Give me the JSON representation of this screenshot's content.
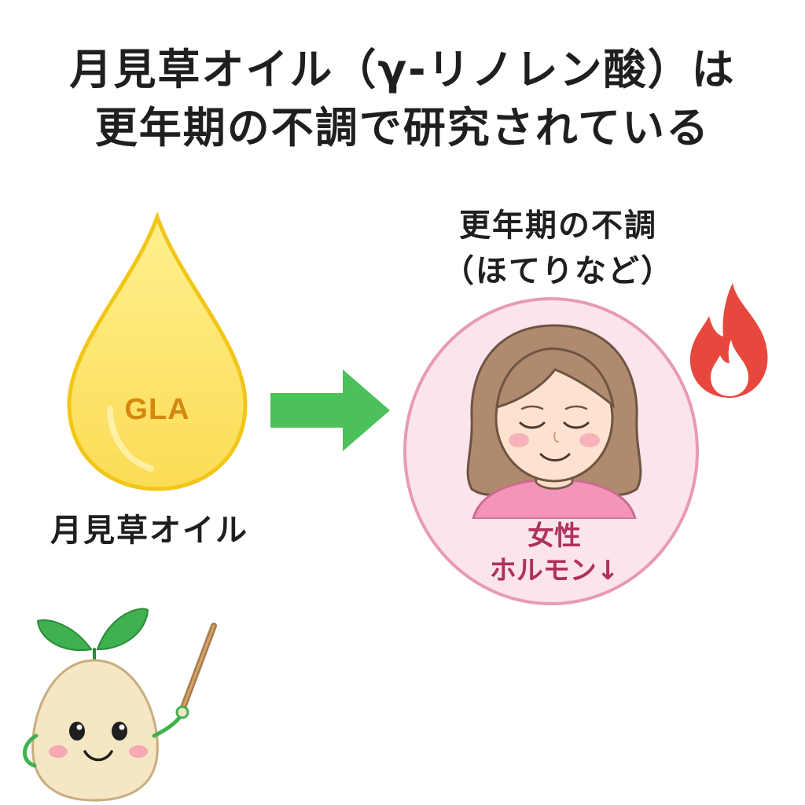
{
  "title": {
    "line1": "月見草オイル（γ-リノレン酸）は",
    "line2": "更年期の不調で研究されている"
  },
  "oil": {
    "drop_label": "GLA",
    "caption": "月見草オイル",
    "drop_color": "#fbe26a",
    "drop_outline": "#f2c617"
  },
  "arrow": {
    "color": "#4cc15a"
  },
  "symptom": {
    "title_line1": "更年期の不調",
    "title_line2": "（ほてりなど）",
    "circle_fill": "#fbe4ec",
    "circle_border": "#e79ab6"
  },
  "hormone": {
    "line1": "女性",
    "line2": "ホルモン↓",
    "color": "#b0305e"
  },
  "icons": {
    "flame": "flame-icon",
    "woman": "woman-illustration",
    "mascot": "sprout-mascot",
    "flame_color": "#e8473d"
  }
}
